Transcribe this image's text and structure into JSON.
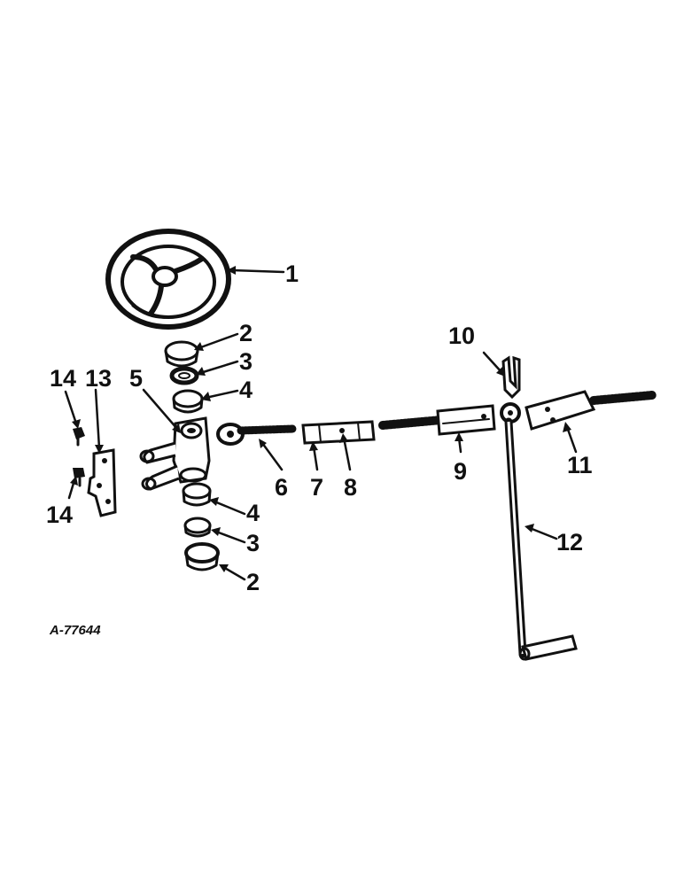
{
  "figure_id": "A-77644",
  "callouts": {
    "c1": "1",
    "c2a": "2",
    "c3a": "3",
    "c4a": "4",
    "c5": "5",
    "c6": "6",
    "c7": "7",
    "c8": "8",
    "c9": "9",
    "c10": "10",
    "c11": "11",
    "c12": "12",
    "c13": "13",
    "c14a": "14",
    "c14b": "14",
    "c4b": "4",
    "c3b": "3",
    "c2b": "2"
  }
}
